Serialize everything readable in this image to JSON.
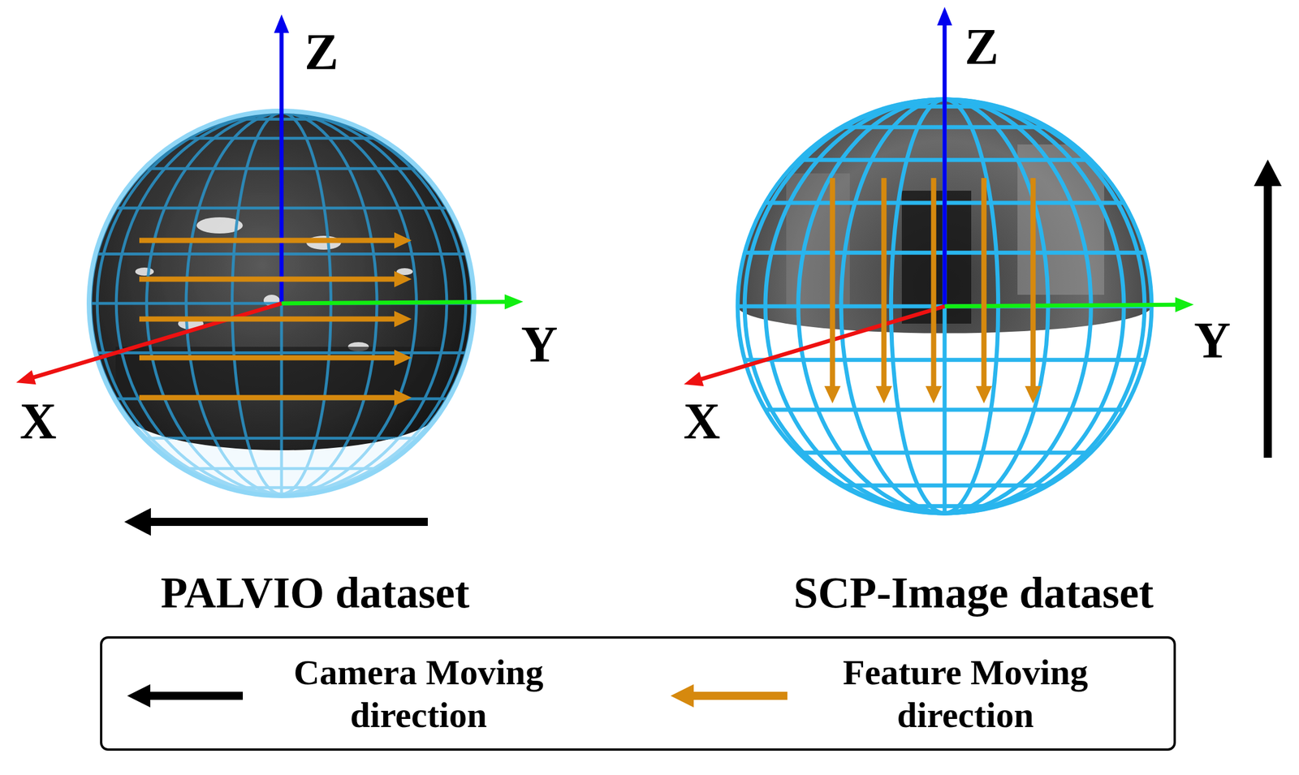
{
  "diagram": {
    "labels": [
      "Z",
      "Y",
      "X",
      "Z",
      "Y",
      "X",
      "PALVIO dataset",
      "SCP-Image dataset"
    ],
    "legend": [
      {
        "text": "Camera Moving direction"
      },
      {
        "text": "Feature Moving direction"
      }
    ]
  }
}
